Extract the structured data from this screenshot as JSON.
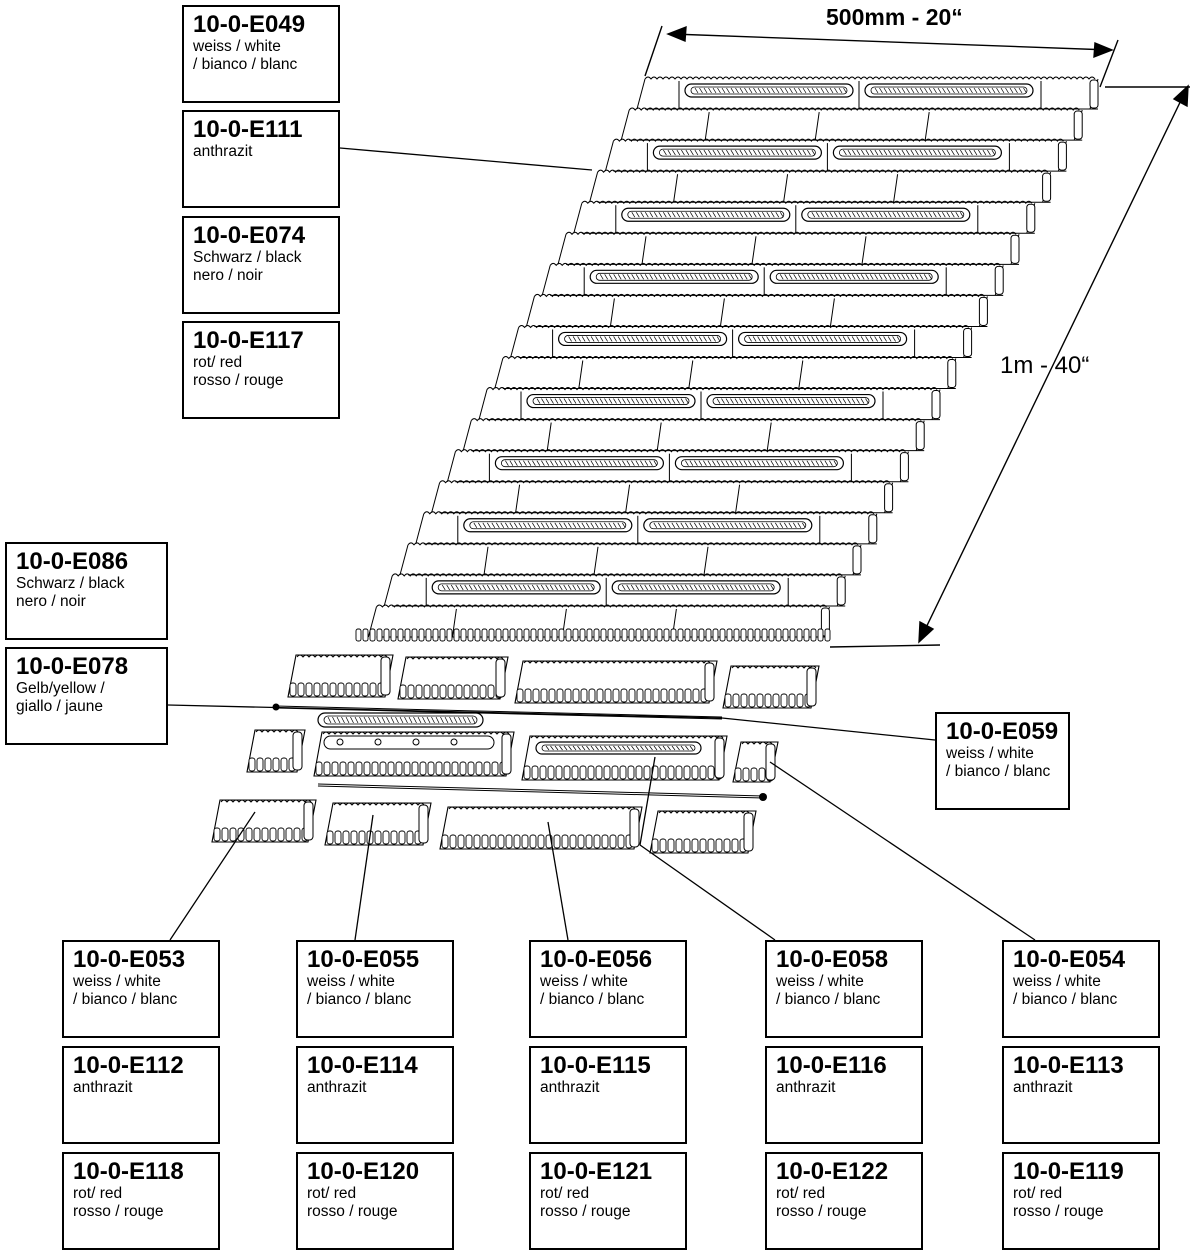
{
  "dimensions": {
    "width": "500mm - 20“",
    "length": "1m - 40“"
  },
  "belt_labels": [
    {
      "code": "10-0-E049",
      "lines": [
        "weiss / white",
        "/ bianco / blanc"
      ]
    },
    {
      "code": "10-0-E111",
      "lines": [
        "anthrazit"
      ]
    },
    {
      "code": "10-0-E074",
      "lines": [
        "Schwarz / black",
        "nero / noir"
      ]
    },
    {
      "code": "10-0-E117",
      "lines": [
        "rot/ red",
        "rosso / rouge"
      ]
    }
  ],
  "accessory_labels": [
    {
      "code": "10-0-E086",
      "lines": [
        "Schwarz / black",
        "nero / noir"
      ]
    },
    {
      "code": "10-0-E078",
      "lines": [
        "Gelb/yellow /",
        "giallo / jaune"
      ]
    },
    {
      "code": "10-0-E059",
      "lines": [
        "weiss / white",
        "/ bianco / blanc"
      ]
    }
  ],
  "module_columns": [
    [
      {
        "code": "10-0-E053",
        "lines": [
          "weiss / white",
          "/ bianco / blanc"
        ]
      },
      {
        "code": "10-0-E112",
        "lines": [
          "anthrazit"
        ]
      },
      {
        "code": "10-0-E118",
        "lines": [
          "rot/ red",
          "rosso / rouge"
        ]
      }
    ],
    [
      {
        "code": "10-0-E055",
        "lines": [
          "weiss / white",
          "/ bianco / blanc"
        ]
      },
      {
        "code": "10-0-E114",
        "lines": [
          "anthrazit"
        ]
      },
      {
        "code": "10-0-E120",
        "lines": [
          "rot/ red",
          "rosso / rouge"
        ]
      }
    ],
    [
      {
        "code": "10-0-E056",
        "lines": [
          "weiss / white",
          "/ bianco / blanc"
        ]
      },
      {
        "code": "10-0-E115",
        "lines": [
          "anthrazit"
        ]
      },
      {
        "code": "10-0-E121",
        "lines": [
          "rot/ red",
          "rosso / rouge"
        ]
      }
    ],
    [
      {
        "code": "10-0-E058",
        "lines": [
          "weiss / white",
          "/ bianco / blanc"
        ]
      },
      {
        "code": "10-0-E116",
        "lines": [
          "anthrazit"
        ]
      },
      {
        "code": "10-0-E122",
        "lines": [
          "rot/ red",
          "rosso / rouge"
        ]
      }
    ],
    [
      {
        "code": "10-0-E054",
        "lines": [
          "weiss / white",
          "/ bianco / blanc"
        ]
      },
      {
        "code": "10-0-E113",
        "lines": [
          "anthrazit"
        ]
      },
      {
        "code": "10-0-E119",
        "lines": [
          "rot/ red",
          "rosso / rouge"
        ]
      }
    ]
  ]
}
